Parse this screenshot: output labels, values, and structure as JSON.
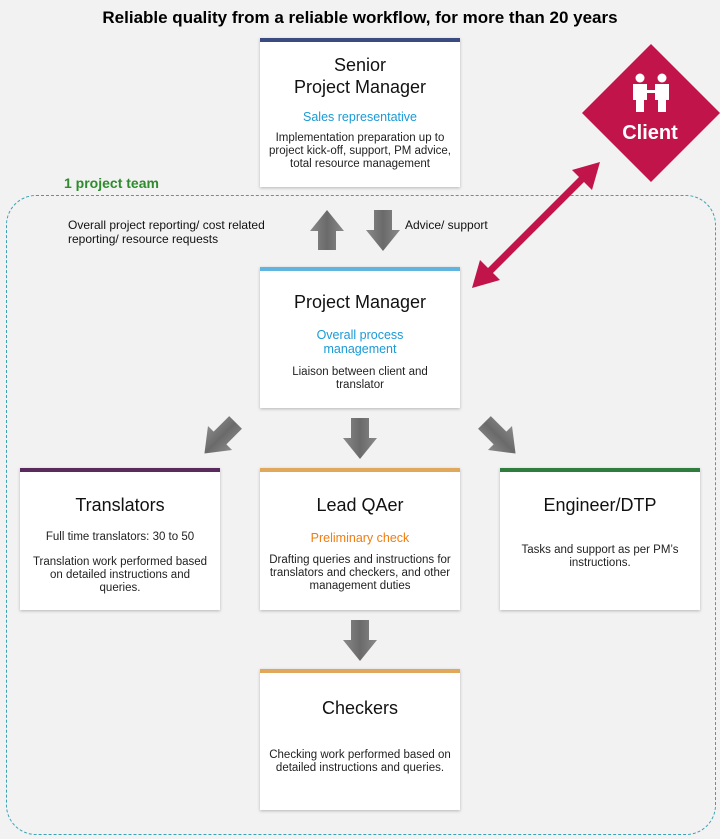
{
  "title": "Reliable quality from a reliable workflow, for more than 20 years",
  "team_label": "1 project team",
  "client": {
    "label": "Client",
    "color": "#c0144a"
  },
  "notes": {
    "up": "Overall project reporting/ cost related reporting/ resource requests",
    "down": "Advice/ support"
  },
  "senior_pm": {
    "name_line1": "Senior",
    "name_line2": "Project Manager",
    "role": "Sales representative",
    "desc": "Implementation preparation up to project kick-off, support, PM advice, total resource management",
    "bar_color": "#3b4a7f"
  },
  "pm": {
    "name": "Project Manager",
    "role": "Overall process management",
    "desc": "Liaison between client and translator",
    "bar_color": "#5fb4e0"
  },
  "translators": {
    "name": "Translators",
    "desc1": "Full time translators: 30 to 50",
    "desc2": "Translation work performed based on detailed instructions and queries.",
    "bar_color": "#5a2a5c"
  },
  "lead_qaer": {
    "name": "Lead QAer",
    "role": "Preliminary check",
    "desc": "Drafting queries and instructions for translators and checkers, and other management duties",
    "bar_color": "#e0a85a"
  },
  "engineer": {
    "name": "Engineer/DTP",
    "desc": "Tasks and support as per PM’s instructions.",
    "bar_color": "#2e7d3e"
  },
  "checkers": {
    "name": "Checkers",
    "desc": "Checking work performed based on detailed instructions and queries.",
    "bar_color": "#e0a85a"
  },
  "colors": {
    "role_blue": "#1a9ad6",
    "role_orange": "#f07d10",
    "arrow_gray": "#7a7a7a",
    "team_green": "#2e8b2e"
  }
}
